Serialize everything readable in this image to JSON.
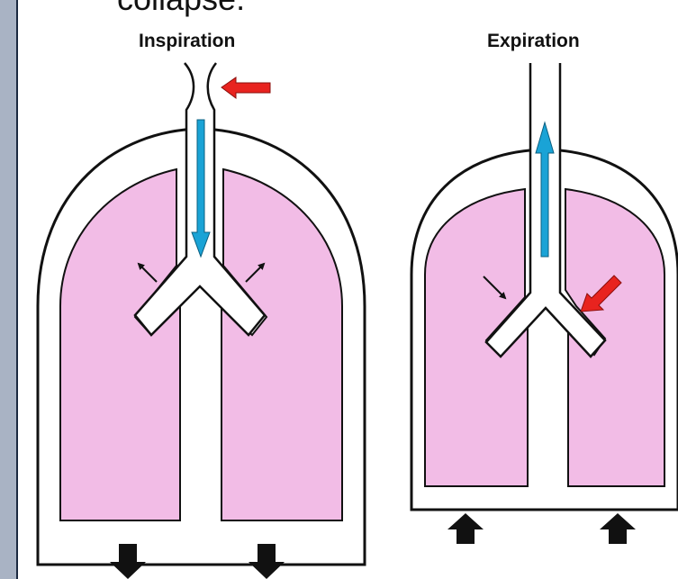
{
  "caption_fragment": "collapse.",
  "diagrams": {
    "inspiration": {
      "title": "Inspiration"
    },
    "expiration": {
      "title": "Expiration"
    }
  },
  "colors": {
    "lung_fill": "#f2bce6",
    "airway_arrow": "#1aa3d6",
    "compression_arrow": "#e8231f",
    "outline": "#111111",
    "side_border": "#a9b3c4"
  },
  "icons": {
    "airflow_in": "down-arrow-icon",
    "airflow_out": "up-arrow-icon",
    "pressure": "red-arrow-icon",
    "force_down": "block-down-arrow-icon",
    "force_up": "block-up-arrow-icon"
  }
}
